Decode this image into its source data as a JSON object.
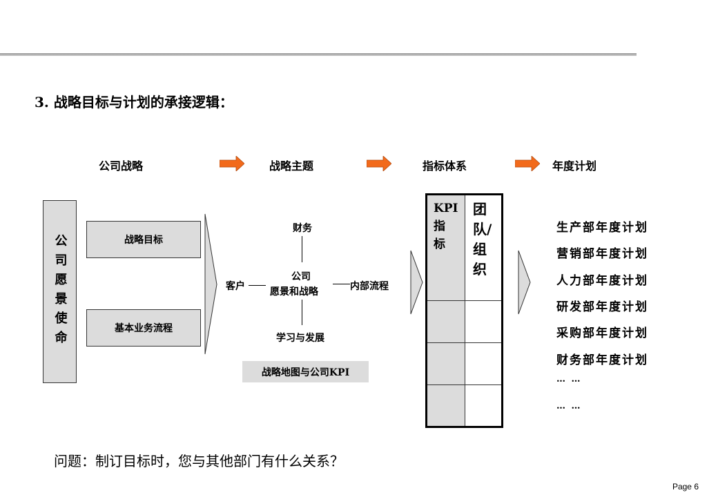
{
  "title": "3. 战略目标与计划的承接逻辑：",
  "flow": [
    "公司战略",
    "战略主题",
    "指标体系",
    "年度计划"
  ],
  "colors": {
    "arrow": "#f26a1b",
    "box": "#dcdcdc",
    "accent_line": "#a0a0a0"
  },
  "left_box": "公司愿景使命",
  "goal_boxes": [
    "战略目标",
    "基本业务流程"
  ],
  "strategy_map": {
    "top": "财务",
    "left": "客户",
    "center_line1": "公司",
    "center_line2": "愿景和战略",
    "right": "内部流程",
    "bottom": "学习与发展",
    "caption": "战略地图与公司KPI"
  },
  "table": {
    "col1": "KPI指标",
    "col1_a": "KPI",
    "col1_b": "指",
    "col1_c": "标",
    "col2": "团队/组织"
  },
  "plans": [
    "生产部年度计划",
    "营销部年度计划",
    "人力部年度计划",
    "研发部年度计划",
    "采购部年度计划",
    "财务部年度计划",
    "… …",
    "… …"
  ],
  "question": "问题：制订目标时，您与其他部门有什么关系？",
  "page": "Page 6"
}
